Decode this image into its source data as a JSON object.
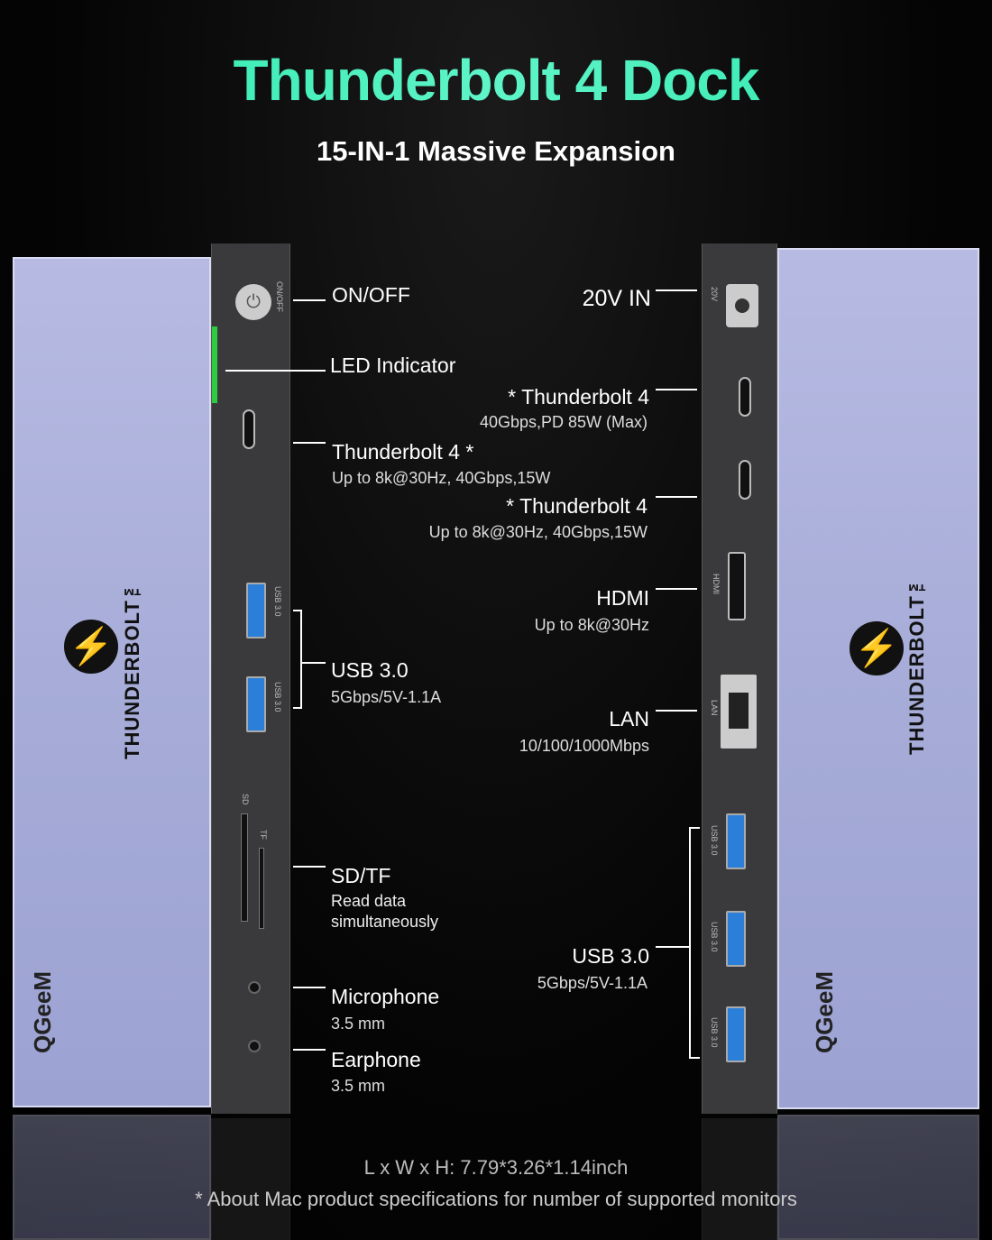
{
  "title": "Thunderbolt 4 Dock",
  "subtitle": "15-IN-1 Massive Expansion",
  "brand": "QGeeM",
  "logo_text": "THUNDERBOLT™",
  "colors": {
    "title": "#3ef0b8",
    "body": "#a9aedb",
    "panel": "#3a3a3c",
    "led": "#2ecc40",
    "usb": "#2c7fd8"
  },
  "left_labels": [
    {
      "title": "ON/OFF"
    },
    {
      "title": "LED Indicator"
    },
    {
      "title": "Thunderbolt 4 *",
      "detail": "Up to 8k@30Hz, 40Gbps,15W"
    },
    {
      "title": "USB 3.0",
      "detail": "5Gbps/5V-1.1A"
    },
    {
      "title": "SD/TF",
      "detail": "Read data",
      "detail2": "simultaneously"
    },
    {
      "title": "Microphone",
      "detail": "3.5 mm"
    },
    {
      "title": "Earphone",
      "detail": "3.5 mm"
    }
  ],
  "right_labels": [
    {
      "title": "20V IN"
    },
    {
      "title": "* Thunderbolt 4",
      "detail": "40Gbps,PD 85W (Max)"
    },
    {
      "title": "* Thunderbolt 4",
      "detail": "Up to 8k@30Hz, 40Gbps,15W"
    },
    {
      "title": "HDMI",
      "detail": "Up to 8k@30Hz"
    },
    {
      "title": "LAN",
      "detail": "10/100/1000Mbps"
    },
    {
      "title": "USB 3.0",
      "detail": "5Gbps/5V-1.1A"
    }
  ],
  "port_marks": {
    "onoff": "ON/OFF",
    "usb": "USB 3.0",
    "sd": "SD",
    "tf": "TF",
    "dc": "20V",
    "hdmi": "HDMI",
    "lan": "LAN"
  },
  "footer": {
    "dimensions": "L x W x H:  7.79*3.26*1.14inch",
    "note": "* About Mac product specifications for number of supported monitors"
  }
}
